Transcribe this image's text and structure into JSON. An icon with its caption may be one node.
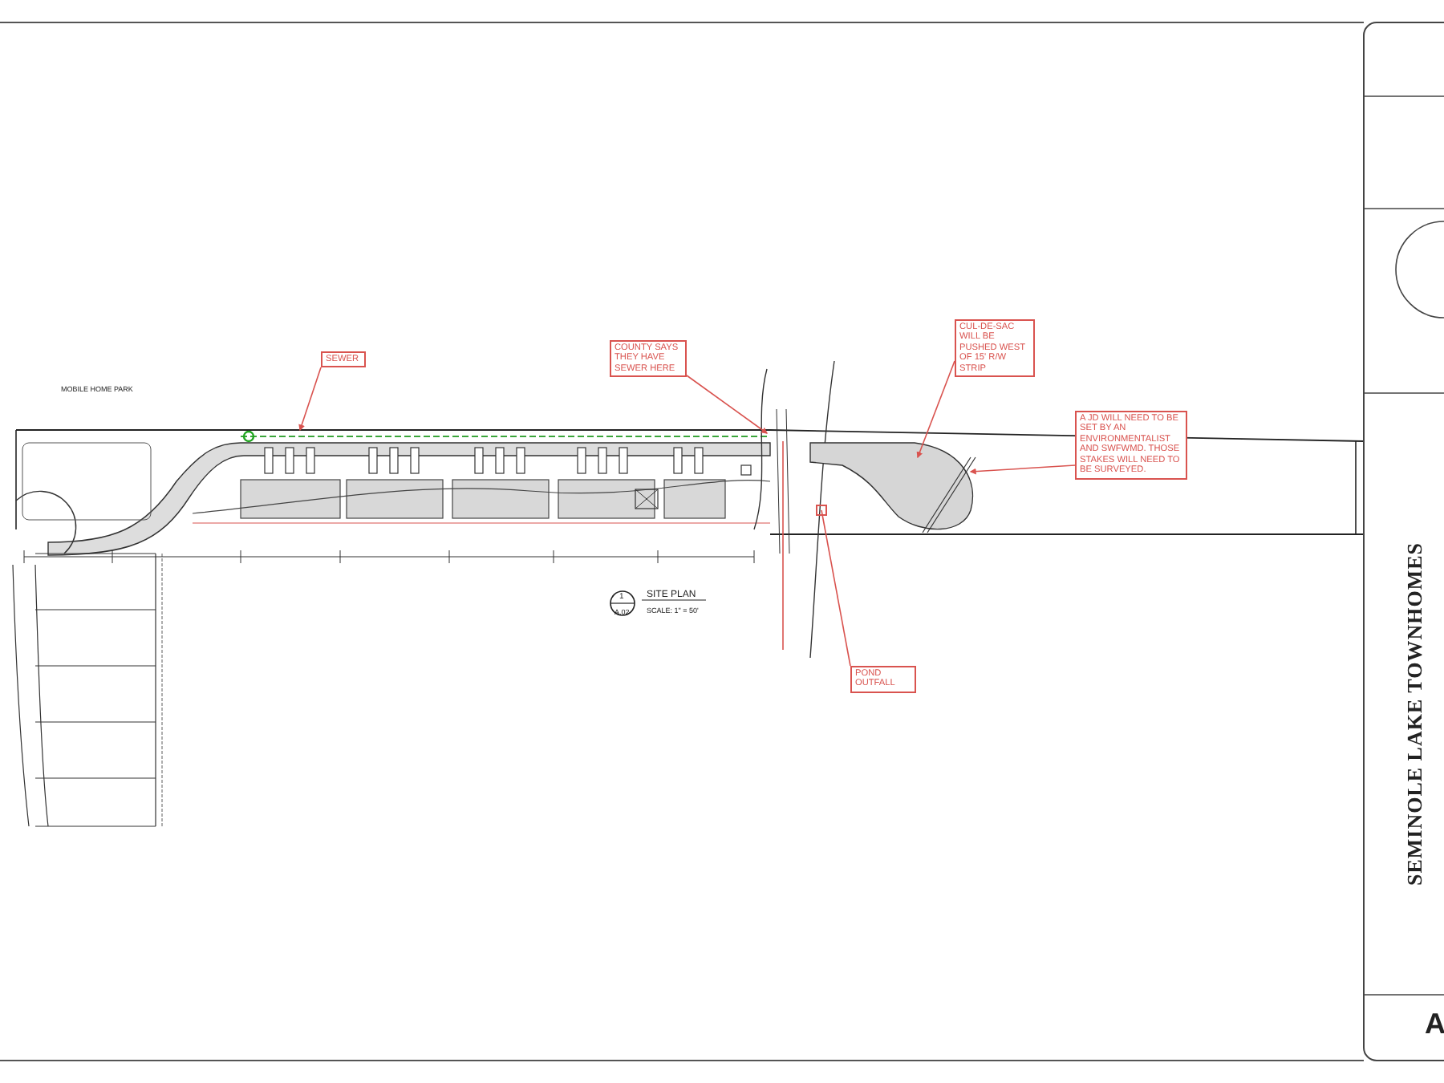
{
  "diagram": {
    "nodes": [
      {
        "text": [
          "SEWER"
        ]
      },
      {
        "text": [
          "COUNTY SAYS THEY HAVE SEWER HERE"
        ]
      },
      {
        "text": [
          "CUL-DE-SAC WILL BE PUSHED WEST OF 15' R/W STRIP"
        ]
      },
      {
        "text": [
          "A JD WILL NEED TO BE SET BY AN ENVIRONMENTALIST AND SWFWMD.  THOSE STAKES WILL NEED TO BE SURVEYED."
        ]
      },
      {
        "text": [
          "POND OUTFALL"
        ]
      }
    ],
    "edges": [
      {
        "from": 0,
        "to": null,
        "arrow": "to"
      },
      {
        "from": 1,
        "to": null,
        "arrow": "to"
      },
      {
        "from": 2,
        "to": null,
        "arrow": "to"
      },
      {
        "from": 3,
        "to": null,
        "arrow": "to"
      },
      {
        "from": 4,
        "to": null,
        "arrow": "other"
      }
    ],
    "labels": [
      "MOBILE HOME PARK",
      "1",
      "A.02",
      "SITE PLAN",
      "SCALE: 1\" = 50'",
      "SEMINOLE LAKE TOWNHOMES",
      "A"
    ]
  }
}
